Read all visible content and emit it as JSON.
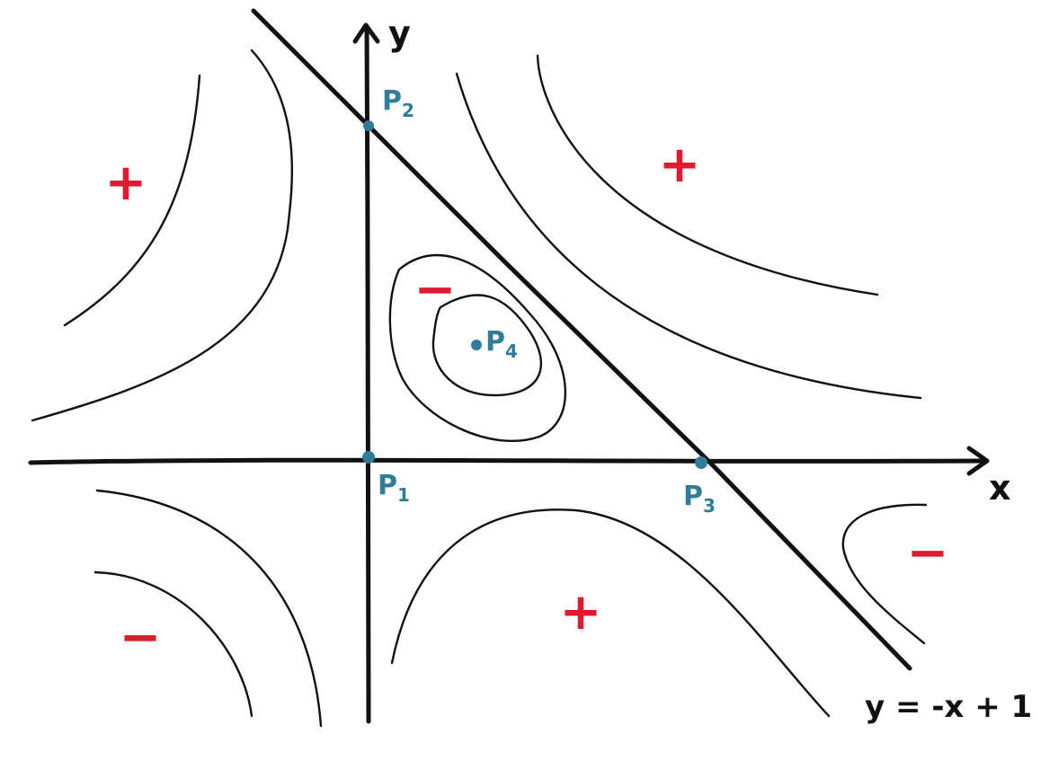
{
  "axes": {
    "x_label": "x",
    "y_label": "y"
  },
  "line": {
    "equation": "y = -x + 1"
  },
  "points": {
    "p1": {
      "label": "P",
      "sub": "1"
    },
    "p2": {
      "label": "P",
      "sub": "2"
    },
    "p3": {
      "label": "P",
      "sub": "3"
    },
    "p4": {
      "label": "P",
      "sub": "4"
    }
  },
  "signs": {
    "upper_left": "+",
    "upper_right": "+",
    "inner_region": "−",
    "lower_left": "−",
    "lower_middle": "+",
    "lower_right": "−"
  },
  "colors": {
    "ink": "#111111",
    "point": "#2f7d9a",
    "sign": "#e01b2f"
  }
}
